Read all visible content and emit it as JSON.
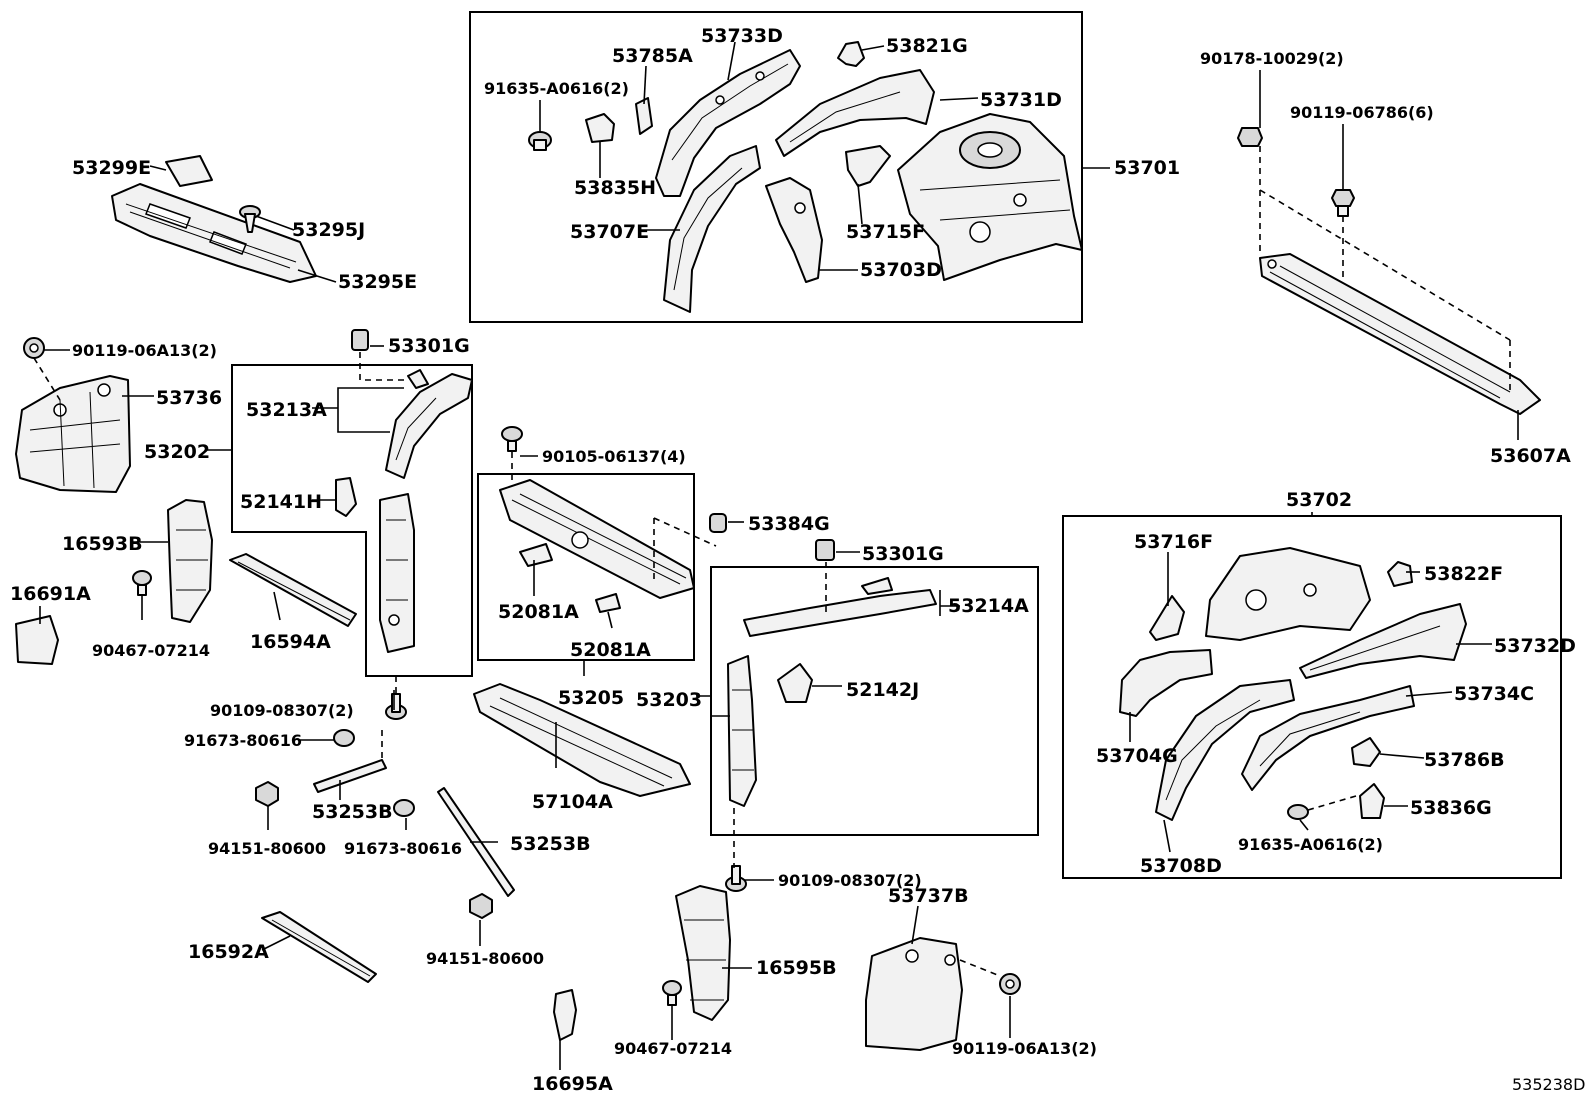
{
  "diagram_id": "535238D",
  "labels": {
    "p53733D": "53733D",
    "p53785A": "53785A",
    "p53821G": "53821G",
    "p91635_a": "91635-A0616(2)",
    "p53731D": "53731D",
    "p53835H": "53835H",
    "p53701": "53701",
    "p53707E": "53707E",
    "p53715F": "53715F",
    "p53703D": "53703D",
    "p90178": "90178-10029(2)",
    "p90119_06786": "90119-06786(6)",
    "p53299E": "53299E",
    "p53295J": "53295J",
    "p53295E": "53295E",
    "p90119_06A13_a": "90119-06A13(2)",
    "p53301G_a": "53301G",
    "p53736": "53736",
    "p53213A": "53213A",
    "p53202": "53202",
    "p52141H": "52141H",
    "p16593B": "16593B",
    "p16691A": "16691A",
    "p90467_a": "90467-07214",
    "p16594A": "16594A",
    "p90105": "90105-06137(4)",
    "p53384G": "53384G",
    "p53301G_b": "53301G",
    "p52081A_a": "52081A",
    "p52081A_b": "52081A",
    "p53214A": "53214A",
    "p53607A": "53607A",
    "p53702": "53702",
    "p53716F": "53716F",
    "p53822F": "53822F",
    "p53732D": "53732D",
    "p53734C": "53734C",
    "p53704G": "53704G",
    "p53786B": "53786B",
    "p53836G": "53836G",
    "p91635_b": "91635-A0616(2)",
    "p53708D": "53708D",
    "p90109_a": "90109-08307(2)",
    "p53205": "53205",
    "p53203": "53203",
    "p52142J": "52142J",
    "p91673_a": "91673-80616",
    "p57104A": "57104A",
    "p94151_a": "94151-80600",
    "p53253B_a": "53253B",
    "p91673_b": "91673-80616",
    "p53253B_b": "53253B",
    "p90109_b": "90109-08307(2)",
    "p53737B": "53737B",
    "p94151_b": "94151-80600",
    "p16592A": "16592A",
    "p16595B": "16595B",
    "p90119_06A13_b": "90119-06A13(2)",
    "p90467_b": "90467-07214",
    "p16695A": "16695A"
  }
}
